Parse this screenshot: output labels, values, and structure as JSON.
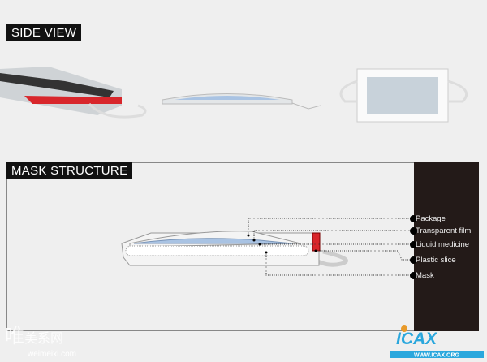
{
  "section_side_view": "SIDE VIEW",
  "section_structure": "MASK STRUCTURE",
  "labels": [
    "Package",
    "Transparent film",
    "Liquid medicine",
    "Plastic slice",
    "Mask"
  ],
  "watermark": {
    "cn_big": "唯",
    "cn": "美系网",
    "url": "weimeixi.com"
  },
  "logo": {
    "text": "ICAX",
    "url": "WWW.ICAX.ORG"
  },
  "colors": {
    "background": "#efefef",
    "dark_panel": "#231a18",
    "accent_red": "#d8262b",
    "liquid": "#a9c3e3"
  }
}
